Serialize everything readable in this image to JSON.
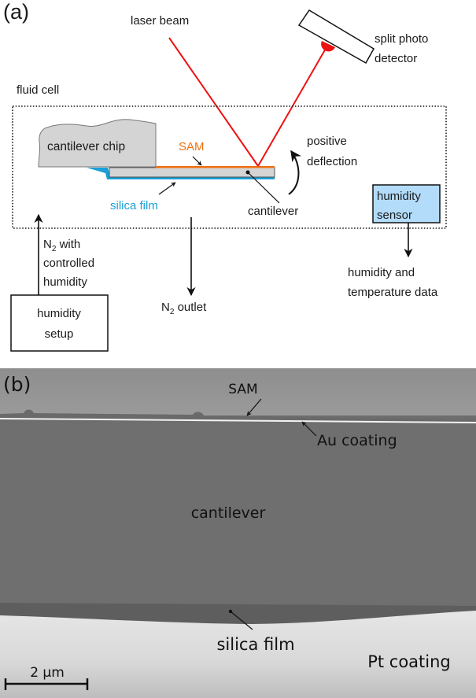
{
  "panel_a": {
    "label": "(a)",
    "laser_beam": "laser beam",
    "detector_line1": "split photo",
    "detector_line2": "detector",
    "fluid_cell": "fluid cell",
    "cantilever_chip": "cantilever chip",
    "sam": "SAM",
    "positive_line1": "positive",
    "positive_line2": "deflection",
    "silica_film": "silica film",
    "cantilever": "cantilever",
    "sensor_line1": "humidity",
    "sensor_line2": "sensor",
    "n2_inlet_sym": "N",
    "n2_inlet_sub": "2",
    "n2_inlet_line1_rest": " with",
    "n2_inlet_line2": "controlled",
    "n2_inlet_line3": "humidity",
    "outlet_sym": "N",
    "outlet_sub": "2",
    "outlet_rest": " outlet",
    "setup_line1": "humidity",
    "setup_line2": "setup",
    "data_line1": "humidity and",
    "data_line2": "temperature data",
    "colors": {
      "laser": "#ee1111",
      "sam": "#f07010",
      "silica": "#1aa0d8",
      "chip_fill": "#d4d4d4",
      "sensor_fill": "#b3dcfa"
    }
  },
  "panel_b": {
    "label": "(b)",
    "sam": "SAM",
    "au_coating": "Au coating",
    "cantilever": "cantilever",
    "silica_film": "silica film",
    "pt_coating": "Pt coating",
    "scale_bar": "2 µm"
  }
}
